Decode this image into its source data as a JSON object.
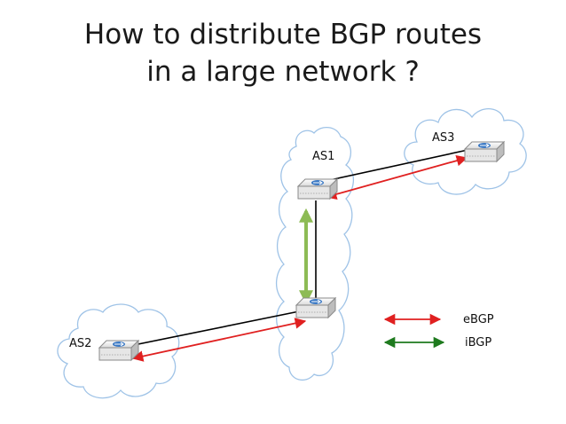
{
  "slide": {
    "title_line1": "How to distribute BGP routes",
    "title_line2": "in a large network ?"
  },
  "diagram": {
    "clouds": [
      {
        "id": "as1",
        "label": "AS1"
      },
      {
        "id": "as2",
        "label": "AS2"
      },
      {
        "id": "as3",
        "label": "AS3"
      }
    ],
    "routers": [
      "as1-top",
      "as1-bottom",
      "as2",
      "as3"
    ],
    "links": [
      {
        "from": "as1-top",
        "to": "as3",
        "type": "physical"
      },
      {
        "from": "as1-top",
        "to": "as1-bottom",
        "type": "physical"
      },
      {
        "from": "as1-bottom",
        "to": "as2",
        "type": "physical"
      }
    ],
    "sessions": [
      {
        "from": "as1-top",
        "to": "as3",
        "type": "eBGP"
      },
      {
        "from": "as1-bottom",
        "to": "as2",
        "type": "eBGP"
      },
      {
        "from": "as1-top",
        "to": "as1-bottom",
        "type": "iBGP"
      }
    ]
  },
  "legend": {
    "ebgp_label": "eBGP",
    "ibgp_label": "iBGP"
  },
  "colors": {
    "ebgp": "#e02020",
    "ibgp": "#1e7a1e",
    "ibgp_internal": "#8dbb55",
    "cloud_outline": "#9fc3e7",
    "link": "#000000"
  }
}
